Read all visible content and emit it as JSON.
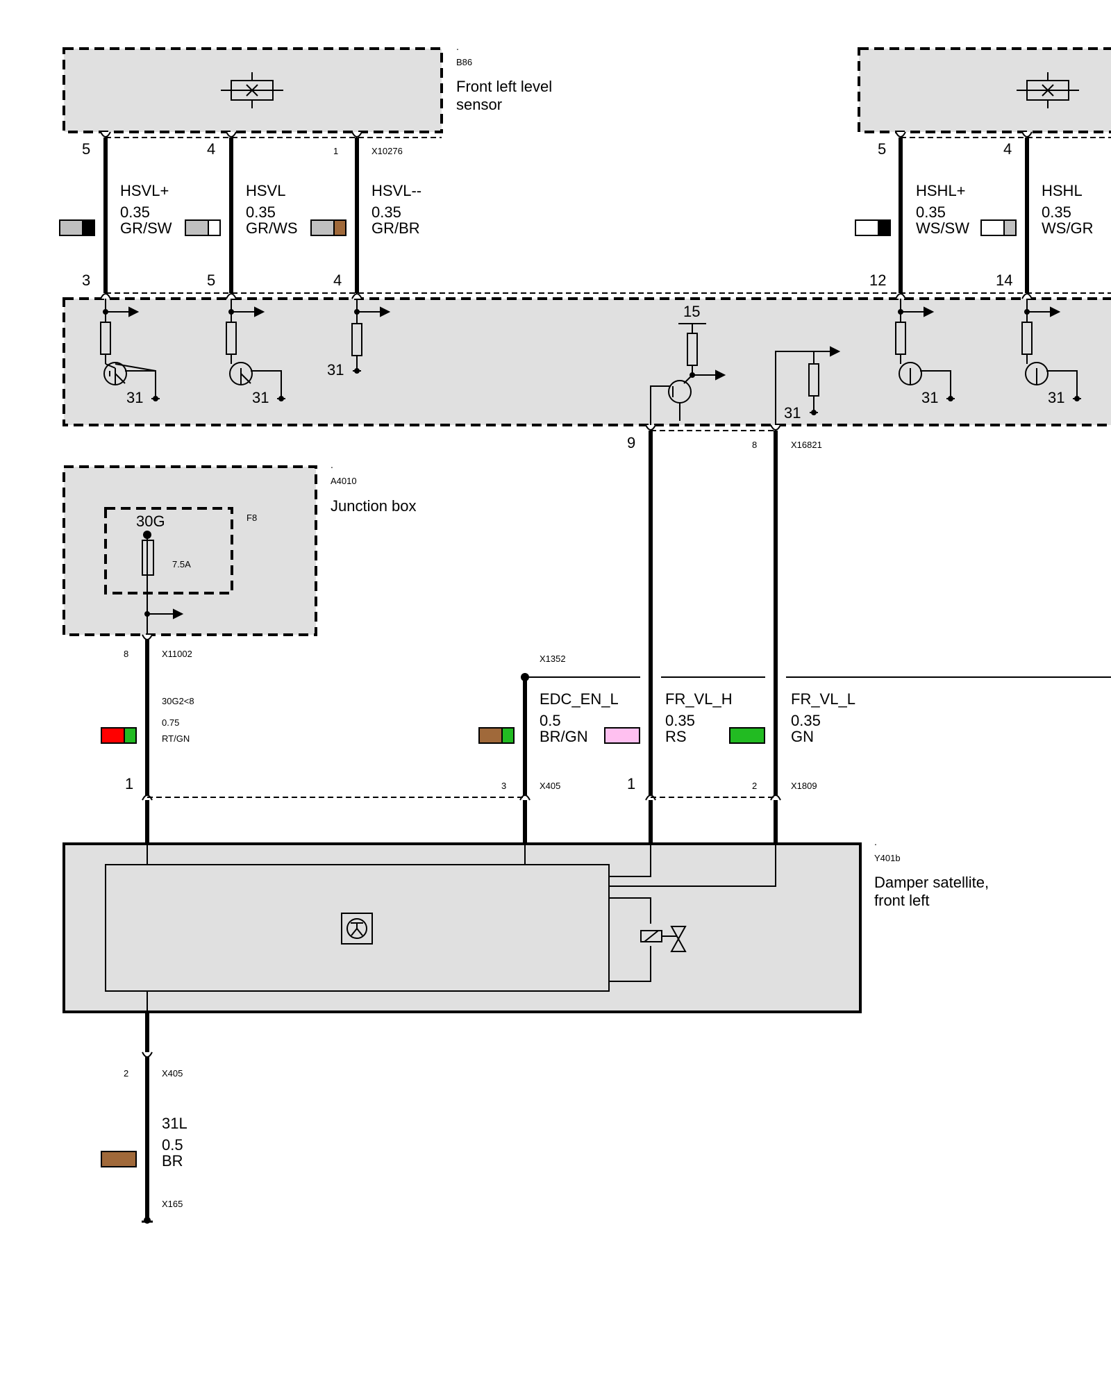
{
  "colors": {
    "box_fill": "#e0e0e0",
    "GR": "#c0c0c0",
    "SW": "#000000",
    "WS": "#ffffff",
    "BR": "#a0693a",
    "GN": "#22bb22",
    "RT": "#ff0000",
    "RS": "#ffc0f0"
  },
  "components": {
    "b86": {
      "dot": ".",
      "id": "B86",
      "name_line1": "Front left level",
      "name_line2": "sensor",
      "connector": "X10276"
    },
    "control_unit": {
      "connector": "X16821",
      "pin_supply": "15",
      "ground_label": "31"
    },
    "a4010": {
      "dot": ".",
      "id": "A4010",
      "name": "Junction box",
      "fuse_id": "F8",
      "fuse_terminal": "30G",
      "fuse_rating": "7.5A",
      "connector": "X11002"
    },
    "y401b": {
      "dot": ".",
      "id": "Y401b",
      "name_line1": "Damper satellite,",
      "name_line2": "front left"
    }
  },
  "connectors": {
    "x1352": "X1352",
    "x405_top": "X405",
    "x1809": "X1809",
    "x405_bottom": "X405",
    "x165": "X165"
  },
  "pins": {
    "b86_hsvl_plus": "5",
    "b86_hsvl": "4",
    "b86_hsvl_minus": "1",
    "cu_hsvl_plus": "3",
    "cu_hsvl": "5",
    "cu_hsvl_minus": "4",
    "right_top_a": "5",
    "right_top_b": "4",
    "cu_hshl_plus": "12",
    "cu_hshl": "14",
    "cu_fr_vl_h": "9",
    "cu_fr_vl_l": "8",
    "a4010_out": "8",
    "y401b_30g": "1",
    "y401b_edc": "3",
    "y401b_fr_vl_h": "1",
    "y401b_fr_vl_l": "2",
    "y401b_gnd": "2"
  },
  "wires": {
    "hsvl_plus": {
      "name": "HSVL+",
      "size": "0.35",
      "color_code": "GR/SW",
      "colors": [
        "GR",
        "SW"
      ]
    },
    "hsvl": {
      "name": "HSVL",
      "size": "0.35",
      "color_code": "GR/WS",
      "colors": [
        "GR",
        "WS"
      ]
    },
    "hsvl_minus": {
      "name": "HSVL--",
      "size": "0.35",
      "color_code": "GR/BR",
      "colors": [
        "GR",
        "BR"
      ]
    },
    "hshl_plus": {
      "name": "HSHL+",
      "size": "0.35",
      "color_code": "WS/SW",
      "colors": [
        "WS",
        "SW"
      ]
    },
    "hshl": {
      "name": "HSHL",
      "size": "0.35",
      "color_code": "WS/GR",
      "colors": [
        "WS",
        "GR"
      ]
    },
    "power": {
      "name": "30G2<8",
      "size": "0.75",
      "color_code": "RT/GN",
      "colors": [
        "RT",
        "GN"
      ]
    },
    "edc_en_l": {
      "name": "EDC_EN_L",
      "size": "0.5",
      "color_code": "BR/GN",
      "colors": [
        "BR",
        "GN"
      ]
    },
    "fr_vl_h": {
      "name": "FR_VL_H",
      "size": "0.35",
      "color_code": "RS",
      "colors": [
        "RS"
      ]
    },
    "fr_vl_l": {
      "name": "FR_VL_L",
      "size": "0.35",
      "color_code": "GN",
      "colors": [
        "GN"
      ]
    },
    "ground": {
      "name": "31L",
      "size": "0.5",
      "color_code": "BR",
      "colors": [
        "BR"
      ]
    }
  }
}
